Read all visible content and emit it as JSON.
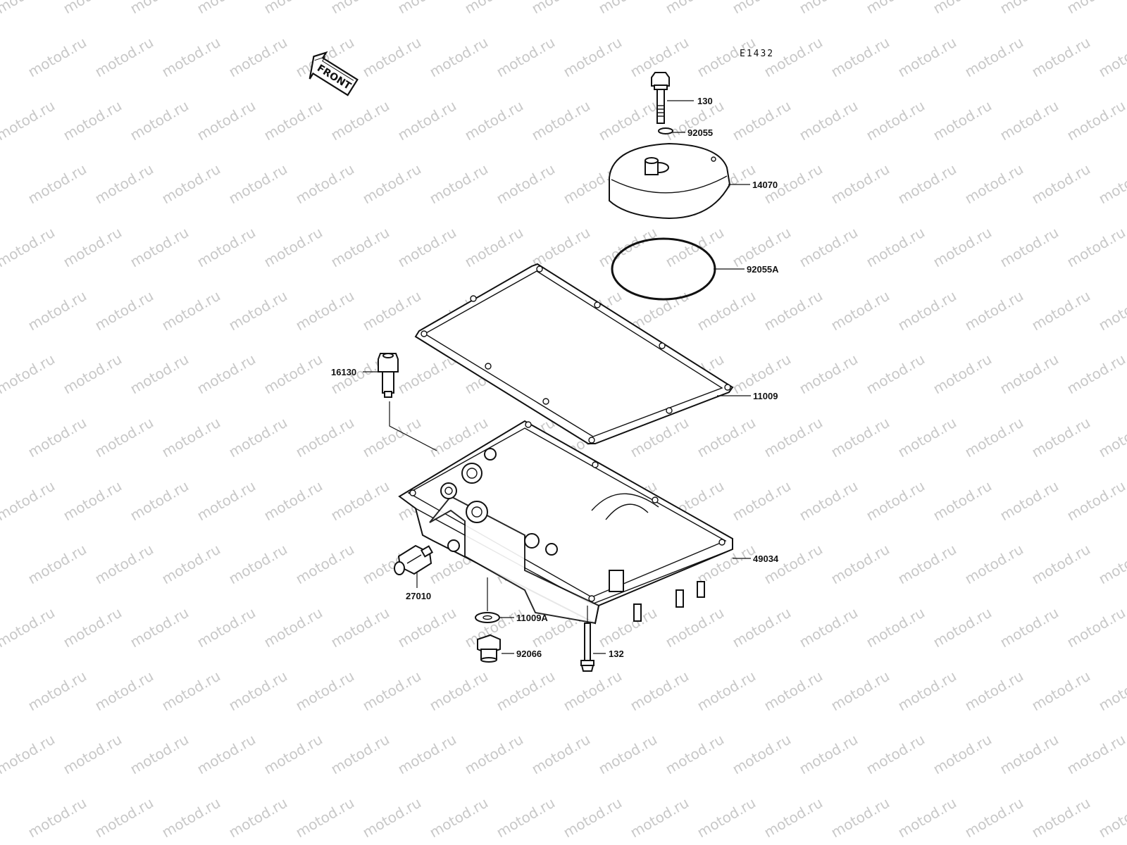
{
  "watermark": "motod.ru",
  "diagram_code": "E1432",
  "front_marker": "FRONT",
  "callouts": [
    {
      "id": "130",
      "label": "130"
    },
    {
      "id": "92055",
      "label": "92055"
    },
    {
      "id": "14070",
      "label": "14070"
    },
    {
      "id": "92055A",
      "label": "92055A"
    },
    {
      "id": "11009",
      "label": "11009"
    },
    {
      "id": "16130",
      "label": "16130"
    },
    {
      "id": "49034",
      "label": "49034"
    },
    {
      "id": "27010",
      "label": "27010"
    },
    {
      "id": "11009A",
      "label": "11009A"
    },
    {
      "id": "92066",
      "label": "92066"
    },
    {
      "id": "132",
      "label": "132"
    }
  ]
}
